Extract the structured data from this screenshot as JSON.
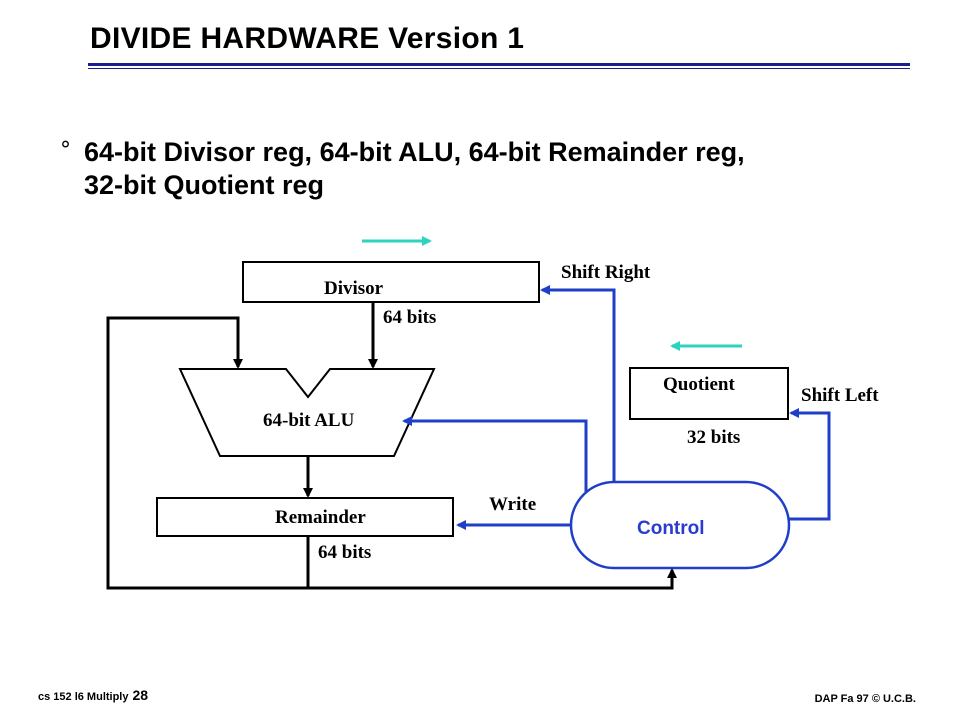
{
  "slide": {
    "title": "DIVIDE HARDWARE Version 1",
    "bullet_mark": "°",
    "bullet_line1": "64-bit Divisor reg, 64-bit ALU, 64-bit Remainder reg,",
    "bullet_line2": "32-bit Quotient reg"
  },
  "diagram": {
    "divisor": {
      "label": "Divisor",
      "width_label": "64 bits"
    },
    "alu": {
      "label": "64-bit ALU"
    },
    "remainder": {
      "label": "Remainder",
      "width_label": "64 bits"
    },
    "quotient": {
      "label": "Quotient",
      "width_label": "32 bits"
    },
    "control": {
      "label": "Control"
    },
    "signals": {
      "shift_right": "Shift Right",
      "shift_left": "Shift Left",
      "write": "Write"
    },
    "colors": {
      "control_wire": "#1f3fc9",
      "shift_arrow": "#2ed3c0",
      "title_rule": "#1a1f8f"
    }
  },
  "footer": {
    "course": "cs 152  l6 Multiply",
    "page": "28",
    "credit": "DAP Fa 97 © U.C.B."
  }
}
